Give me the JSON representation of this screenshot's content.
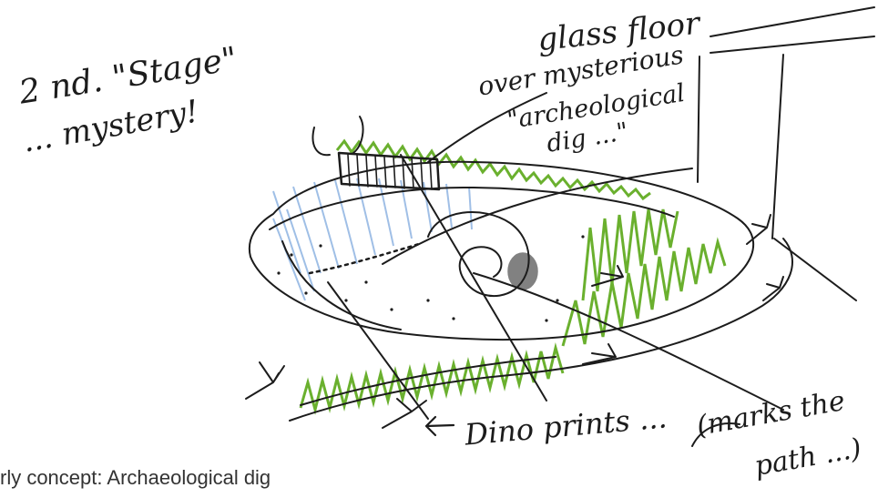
{
  "annotations": {
    "stage_line1": "2 nd. \"Stage\"",
    "stage_line2": "... mystery!",
    "glass_line1": "glass floor",
    "glass_line2": "over mysterious",
    "glass_line3": "\"archeological",
    "glass_line4": "dig ...\"",
    "dino_prints": "Dino prints ...",
    "marks_line1": "(marks the",
    "marks_line2": "path ...)"
  },
  "caption": "rly concept: Archaeological dig",
  "colors": {
    "ink": "#1c1c1c",
    "green": "#6ab02e",
    "blue": "#8fb4e2",
    "caption": "#333333"
  }
}
